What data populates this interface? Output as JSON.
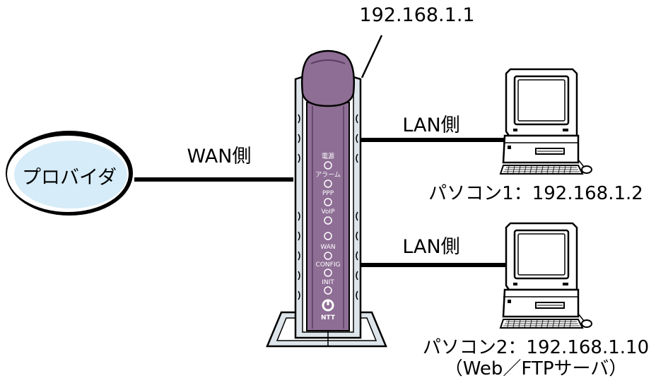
{
  "router": {
    "ip_label": "192.168.1.1",
    "leds": [
      "電源",
      "アラーム",
      "PPP",
      "VoIP",
      "",
      "WAN",
      "CONFIG",
      "INIT"
    ],
    "logo_text": "NTT",
    "body_color": "#8e6e95",
    "body_dark": "#5a3c61",
    "casing_color": "#dde4ea"
  },
  "provider": {
    "label": "プロバイダ",
    "fill_color": "#d6ecf8"
  },
  "links": {
    "wan_label": "WAN側",
    "lan1_label": "LAN側",
    "lan2_label": "LAN側"
  },
  "pc1": {
    "label": "パソコン1：192.168.1.2"
  },
  "pc2": {
    "label": "パソコン2：192.168.1.10",
    "sublabel": "（Web／FTPサーバ）"
  }
}
